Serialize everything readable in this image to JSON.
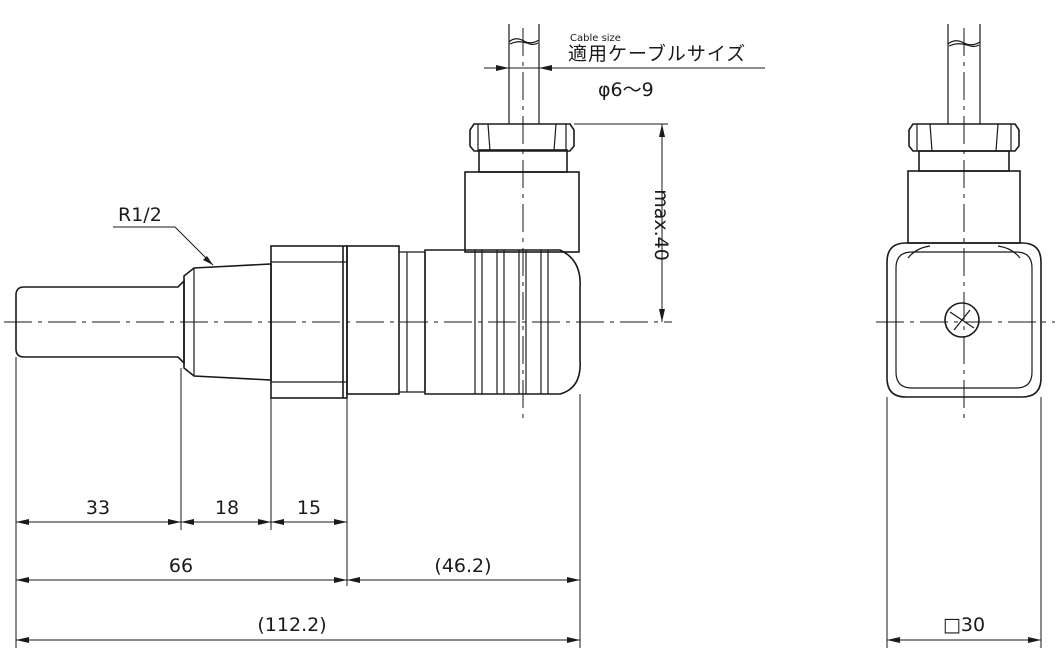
{
  "drawing": {
    "thread_label": "R1/2",
    "cable_size_en": "Cable size",
    "cable_size_jp": "適用ケーブルサイズ",
    "cable_diameter": "φ6～9",
    "height_label": "max.40",
    "dim_33": "33",
    "dim_18": "18",
    "dim_15": "15",
    "dim_66": "66",
    "dim_46": "(46.2)",
    "dim_112": "(112.2)",
    "dim_square": "□30"
  }
}
